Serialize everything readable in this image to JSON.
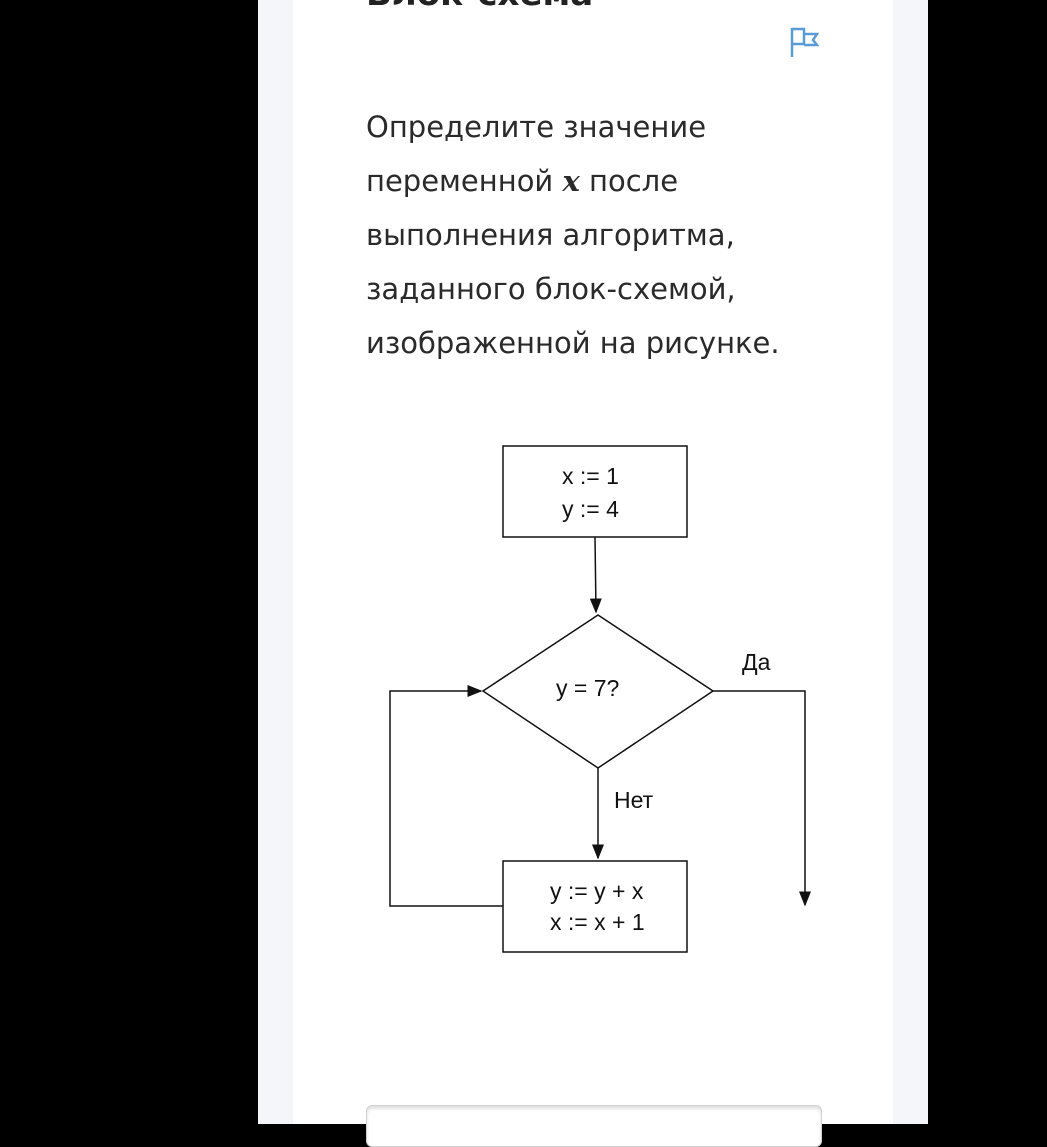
{
  "task": {
    "title": "Блок-схема",
    "question_before": "Определите значение переменной ",
    "variable": "x",
    "question_after": " после выполнения алгоритма, заданного блок-схемой, изображенной на рисунке."
  },
  "flowchart": {
    "init_line1": "x := 1",
    "init_line2": "y := 4",
    "condition": "y = 7?",
    "yes_label": "Да",
    "no_label": "Нет",
    "body_line1": "y := y + x",
    "body_line2": "x := x + 1"
  },
  "colors": {
    "flag": "#5b9bd5"
  }
}
